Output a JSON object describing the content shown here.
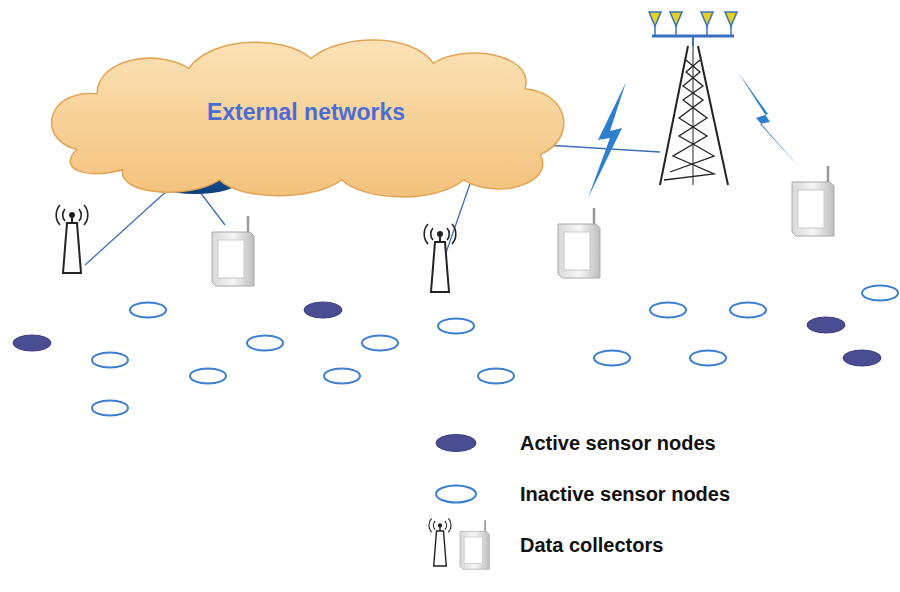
{
  "diagram": {
    "nodes": [
      {
        "text": [
          "External networks"
        ]
      }
    ],
    "legend": [
      {
        "text": "Active sensor nodes"
      },
      {
        "text": "Inactive sensor nodes"
      },
      {
        "text": "Data collectors"
      }
    ]
  }
}
